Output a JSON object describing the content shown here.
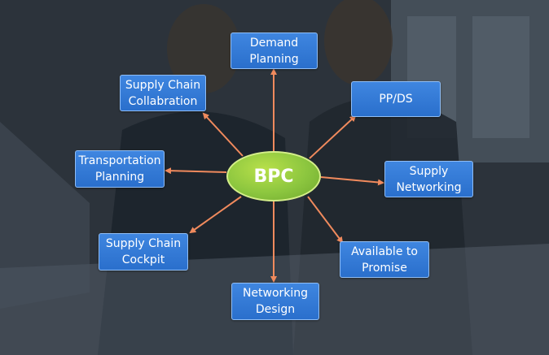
{
  "hub": {
    "label": "BPC"
  },
  "nodes": {
    "demand_planning": "Demand\nPlanning",
    "pp_ds": "PP/DS",
    "supply_networking": "Supply\nNetworking",
    "available_to_promise": "Available to\nPromise",
    "networking_design": "Networking\nDesign",
    "supply_chain_cockpit": "Supply Chain\nCockpit",
    "transportation_planning": "Transportation\nPlanning",
    "supply_chain_collaboration": "Supply Chain\nCollabration"
  },
  "colors": {
    "box": "#2a6fcc",
    "box_border": "#8fbdf5",
    "hub": "#8cc63f",
    "arrow": "#f08a5d"
  }
}
